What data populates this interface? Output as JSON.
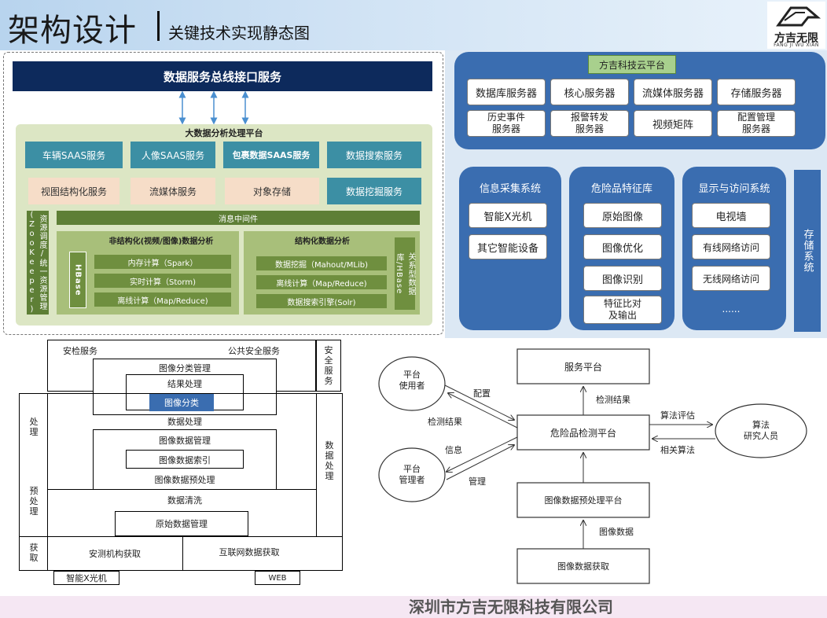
{
  "header": {
    "title": "架构设计",
    "subtitle": "关键技术实现静态图",
    "logo_text": "方吉无限",
    "logo_sub": "FANG JI WU XIAN"
  },
  "panel_a": {
    "top_bar": "数据服务总线接口服务",
    "platform_title": "大数据分析处理平台",
    "row1": [
      "车辆SAAS服务",
      "人像SAAS服务",
      "包裹数据SAAS服务",
      "数据搜索服务"
    ],
    "row2": [
      "视图结构化服务",
      "流媒体服务",
      "对象存储",
      "数据挖掘服务"
    ],
    "middleware": "消息中间件",
    "left_vertical": "资源调度/统一资源管理 (ZooKeeper)",
    "unstructured_title": "非结构化(视频/图像)数据分析",
    "hbase": "HBase",
    "unstructured_items": [
      "内存计算（Spark）",
      "实时计算（Storm)",
      "离线计算（Map/Reduce)"
    ],
    "structured_title": "结构化数据分析",
    "structured_items": [
      "数据挖掘（Mahout/MLib)",
      "离线计算（Map/Reduce)",
      "数据搜索引擎(Solr)"
    ],
    "right_vertical": "关系型数据库/HBase"
  },
  "panel_b": {
    "cloud_title": "方吉科技云平台",
    "servers_row1": [
      "数据库服务器",
      "核心服务器",
      "流媒体服务器",
      "存储服务器"
    ],
    "servers_row2": [
      "历史事件\n服务器",
      "报警转发\n服务器",
      "视频矩阵",
      "配置管理\n服务器"
    ],
    "info_title": "信息采集系统",
    "info_items": [
      "智能X光机",
      "其它智能设备"
    ],
    "danger_title": "危险品特征库",
    "danger_items": [
      "原始图像",
      "图像优化",
      "图像识别",
      "特征比对\n及输出"
    ],
    "display_title": "显示与访问系统",
    "display_items": [
      "电视墙",
      "有线网络访问",
      "无线网络访问",
      "......"
    ],
    "storage": "存储系统"
  },
  "panel_c": {
    "top_left": "安检服务",
    "top_right": "公共安全服务",
    "right_top": "安全服务",
    "right_mid": "数据处理",
    "left1": "处理",
    "left2": "预处理",
    "left3": "获取",
    "img_class_mgmt": "图像分类管理",
    "result_proc": "结果处理",
    "img_class": "图像分类",
    "data_proc": "数据处理",
    "img_data_mgmt": "图像数据管理",
    "img_index": "图像数据索引",
    "img_preproc": "图像数据预处理",
    "data_clean": "数据清洗",
    "raw_mgmt": "原始数据管理",
    "acquire_a": "安测机构获取",
    "acquire_b": "互联网数据获取",
    "xray": "智能X光机",
    "web": "WEB"
  },
  "panel_d": {
    "service_platform": "服务平台",
    "user": "平台\n使用者",
    "config": "配置",
    "result_to_user": "检测结果",
    "result_up": "检测结果",
    "detect_platform": "危险品检测平台",
    "algo_eval": "算法评估",
    "related_algo": "相关算法",
    "researcher": "算法\n研究人员",
    "info": "信息",
    "manage": "管理",
    "admin": "平台\n管理者",
    "preproc_platform": "图像数据预处理平台",
    "img_data": "图像数据",
    "img_acquire": "图像数据获取"
  },
  "footer": "深圳市方吉无限科技有限公司",
  "colors": {
    "navy": "#0d2a5c",
    "teal": "#3c8fa4",
    "peach": "#f6ddc8",
    "green": "#5e7f36",
    "blue_panel": "#3a6db0",
    "highlight": "#3a6db0"
  }
}
